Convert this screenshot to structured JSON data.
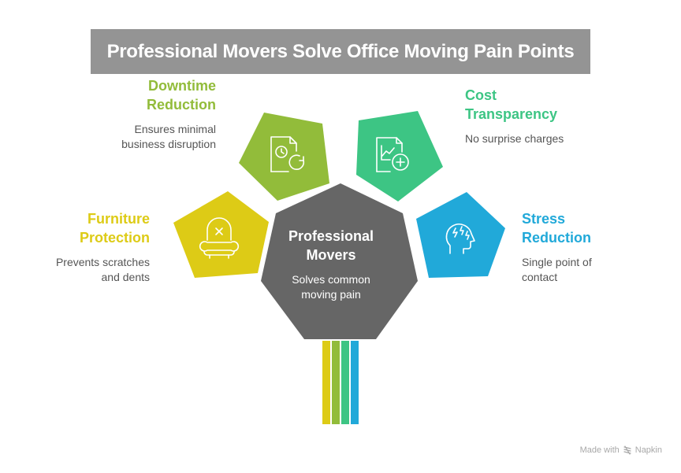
{
  "title": "Professional Movers Solve Office Moving Pain Points",
  "center": {
    "title_line1": "Professional",
    "title_line2": "Movers",
    "desc_line1": "Solves common",
    "desc_line2": "moving pain",
    "color": "#666666"
  },
  "items": [
    {
      "id": "downtime-reduction",
      "title_line1": "Downtime",
      "title_line2": "Reduction",
      "desc_line1": "Ensures minimal",
      "desc_line2": "business disruption",
      "color": "#92BC3A",
      "icon": "document-clock-refresh-icon"
    },
    {
      "id": "cost-transparency",
      "title_line1": "Cost",
      "title_line2": "Transparency",
      "desc_line1": "No surprise charges",
      "desc_line2": "",
      "color": "#3DC584",
      "icon": "document-chart-plus-icon"
    },
    {
      "id": "furniture-protection",
      "title_line1": "Furniture",
      "title_line2": "Protection",
      "desc_line1": "Prevents scratches",
      "desc_line2": "and dents",
      "color": "#DDCB16",
      "icon": "armchair-icon"
    },
    {
      "id": "stress-reduction",
      "title_line1": "Stress",
      "title_line2": "Reduction",
      "desc_line1": "Single point of",
      "desc_line2": "contact",
      "color": "#21A9D9",
      "icon": "head-stress-icon"
    }
  ],
  "stripes": [
    "#DDCB16",
    "#92BC3A",
    "#3DC584",
    "#21A9D9"
  ],
  "watermark": {
    "prefix": "Made with",
    "brand": "Napkin"
  }
}
